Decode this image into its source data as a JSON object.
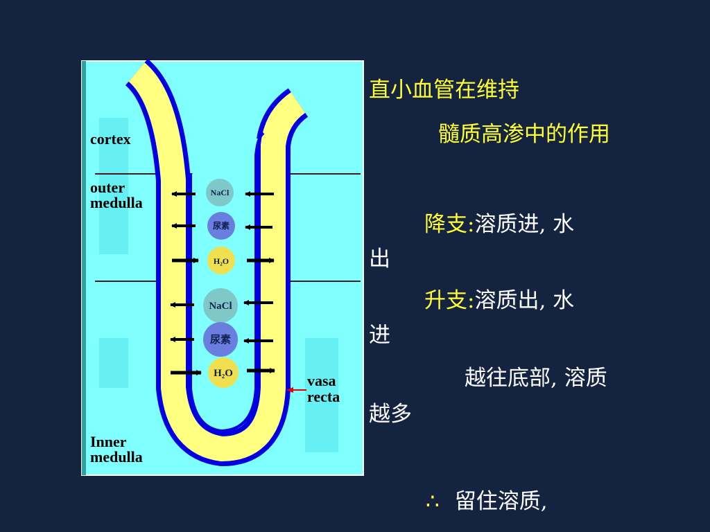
{
  "diagram": {
    "labels": {
      "cortex": "cortex",
      "outer_1": "outer",
      "outer_2": "medulla",
      "inner_1": "Inner",
      "inner_2": "medulla",
      "vasa_1": "vasa",
      "vasa_2": "recta"
    },
    "molecules": [
      {
        "id": "nacl-outer",
        "label": "NaCl"
      },
      {
        "id": "urea-outer",
        "label": "尿素"
      },
      {
        "id": "water-outer",
        "label": "H₂O"
      },
      {
        "id": "nacl-inner",
        "label": "NaCl"
      },
      {
        "id": "urea-inner",
        "label": "尿素"
      },
      {
        "id": "water-inner",
        "label": "H₂O"
      }
    ],
    "colors": {
      "panel": "#80ffff",
      "vessel": "#ffff80",
      "vessel_edge": "#0000e0",
      "nacl": "#80c8c8",
      "urea": "#6a7ee0",
      "water": "#f0e050"
    }
  },
  "text": {
    "title_1": "直小血管在维持",
    "title_2": "髓质高渗中的作用",
    "desc_label": "降支",
    "desc_colon": ":",
    "desc_body": "溶质进, 水",
    "desc_wrap": "出",
    "asc_label": "升支",
    "asc_colon": ":",
    "asc_body": "溶质出, 水",
    "asc_wrap": "进",
    "deeper_1": "越往底部, 溶质",
    "deeper_2": "越多",
    "therefore_symbol": "∴",
    "conclusion": "留住溶质,"
  }
}
